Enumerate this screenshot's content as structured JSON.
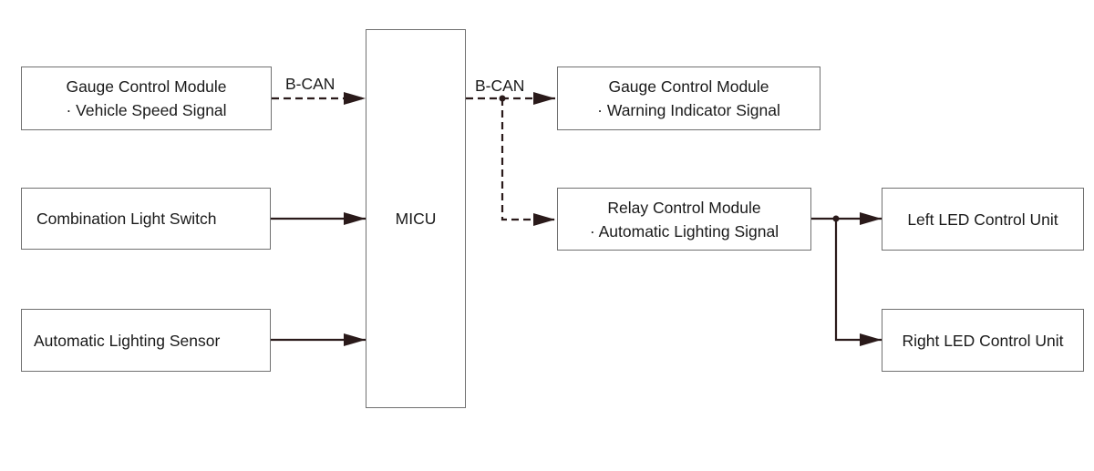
{
  "diagram": {
    "inputs": {
      "gauge": {
        "title": "Gauge Control Module",
        "signal": "· Vehicle Speed Signal"
      },
      "switch": {
        "title": "Combination Light Switch"
      },
      "sensor": {
        "title": "Automatic Lighting Sensor"
      }
    },
    "controller": {
      "title": "MICU"
    },
    "outputs": {
      "gauge": {
        "title": "Gauge Control Module",
        "signal": "· Warning Indicator Signal"
      },
      "relay": {
        "title": "Relay Control Module",
        "signal": "· Automatic Lighting Signal"
      },
      "left_led": {
        "title": "Left LED Control Unit"
      },
      "right_led": {
        "title": "Right LED Control Unit"
      }
    },
    "bus_labels": {
      "input": "B-CAN",
      "output": "B-CAN"
    }
  }
}
